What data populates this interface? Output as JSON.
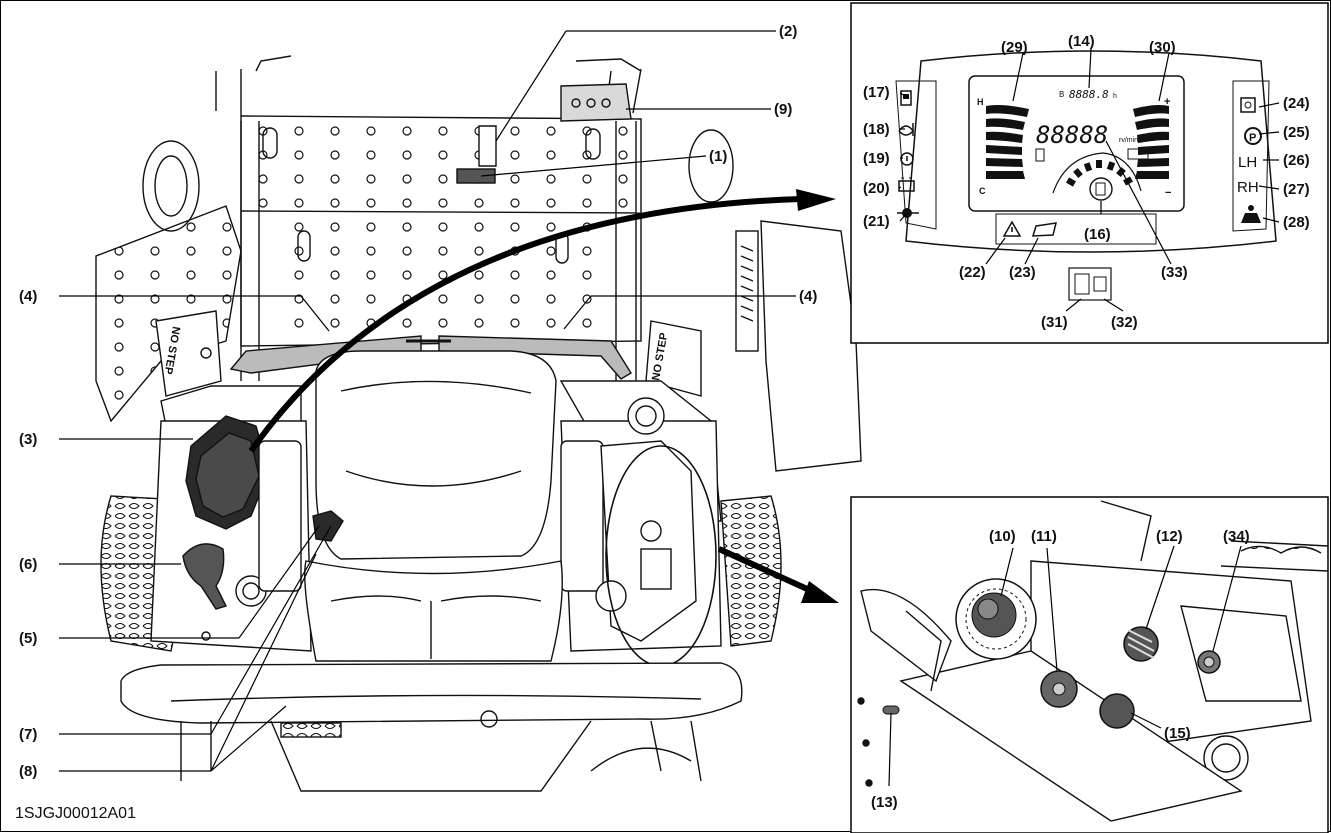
{
  "figure_code": "1SJGJ00012A01",
  "callouts": {
    "c1": "(1)",
    "c2": "(2)",
    "c3": "(3)",
    "c4a": "(4)",
    "c4b": "(4)",
    "c5": "(5)",
    "c6": "(6)",
    "c7": "(7)",
    "c8": "(8)",
    "c9": "(9)",
    "c10": "(10)",
    "c11": "(11)",
    "c12": "(12)",
    "c13": "(13)",
    "c14": "(14)",
    "c15": "(15)",
    "c16": "(16)",
    "c17": "(17)",
    "c18": "(18)",
    "c19": "(19)",
    "c20": "(20)",
    "c21": "(21)",
    "c22": "(22)",
    "c23": "(23)",
    "c24": "(24)",
    "c25": "(25)",
    "c26": "(26)",
    "c27": "(27)",
    "c28": "(28)",
    "c29": "(29)",
    "c30": "(30)",
    "c31": "(31)",
    "c32": "(32)",
    "c33": "(33)",
    "c34": "(34)"
  },
  "panel_labels": {
    "left_step": "NO STEP",
    "right_step": "NO STEP",
    "lcd_hours": "8888.8",
    "lcd_hours_unit": "h",
    "lcd_rpm": "88888",
    "lcd_rpm_unit": "rv/min",
    "lh": "LH",
    "rh": "RH",
    "h_mark": "H",
    "c_mark": "C",
    "plus": "+",
    "minus": "−",
    "b_mark": "B"
  },
  "colors": {
    "line": "#111111",
    "fill_light": "#f2f2f2",
    "fill_mid": "#d9d9d9",
    "fill_dark": "#2a2a2a"
  }
}
